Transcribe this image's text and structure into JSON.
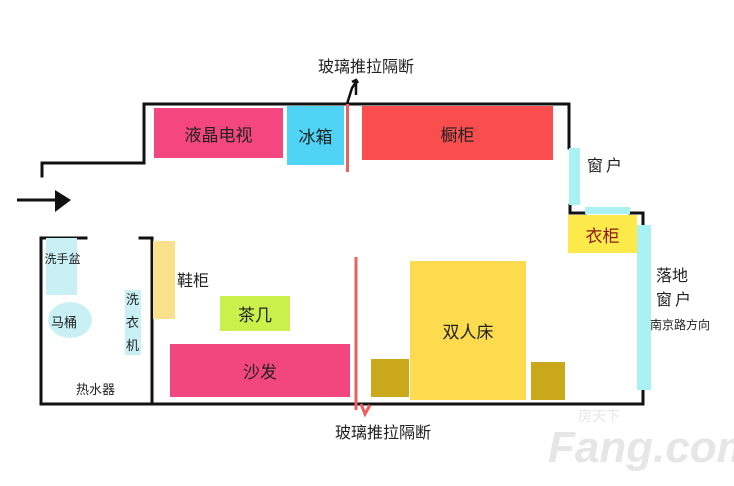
{
  "labels": {
    "partition_top": "玻璃推拉隔断",
    "partition_bottom": "玻璃推拉隔断",
    "tv": "液晶电视",
    "fridge": "冰箱",
    "cabinet": "橱柜",
    "window": "窗户",
    "wardrobe": "衣柜",
    "floor_window_1": "落地",
    "floor_window_2": "窗户",
    "direction": "南京路方向",
    "washbasin": "洗手盆",
    "toilet": "马桶",
    "washer": "洗衣机",
    "water_heater": "热水器",
    "shoe_cabinet": "鞋柜",
    "tea_table": "茶几",
    "sofa": "沙发",
    "bed": "双人床"
  },
  "watermark": {
    "brand_cn": "房天下",
    "brand": "Fang.com"
  },
  "colors": {
    "tv": "#f4477f",
    "fridge": "#4fd4f6",
    "cabinet": "#fa4d4d",
    "window": "#a9f1f3",
    "wardrobe": "#fce94a",
    "bath_fixture": "#c9f0f4",
    "shoe_cabinet": "#f9e08a",
    "tea_table": "#c9f04b",
    "sofa": "#f2467f",
    "bed": "#fcdc4e",
    "nightstand": "#c9a81a",
    "partition": "#ea5f5f"
  }
}
